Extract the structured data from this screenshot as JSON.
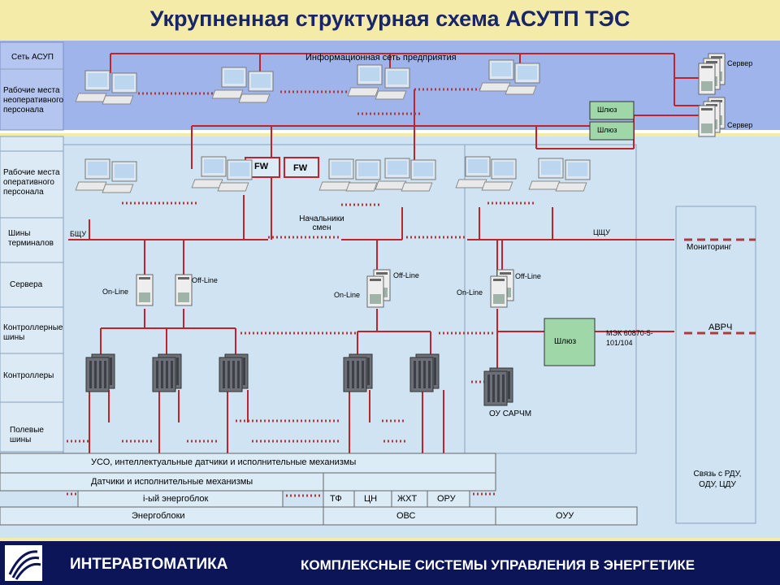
{
  "title": "Укрупненная структурная схема АСУТП ТЭС",
  "levels": {
    "asup_net": "Сеть АСУП",
    "nonop_ws": "Рабочие места неоперативного персонала",
    "op_ws": "Рабочие места оперативного персонала",
    "terminal_bus": "Шины терминалов",
    "servers": "Сервера",
    "controller_bus": "Контроллерные шины",
    "controllers": "Контроллеры",
    "field_bus": "Полевые шины"
  },
  "labels": {
    "enterprise_net": "Информационная сеть предприятия",
    "server1": "Сервер",
    "server2": "Сервер",
    "gateway1": "Шлюз",
    "gateway2": "Шлюз",
    "fw1": "FW",
    "fw2": "FW",
    "shift_chiefs": "Начальники смен",
    "bshu": "БЩУ",
    "tshu": "ЦЩУ",
    "monitoring": "Мониторинг",
    "avrch": "АВРЧ",
    "online1": "On-Line",
    "offline1": "Off-Line",
    "online2": "On-Line",
    "offline2": "Off-Line",
    "online3": "On-Line",
    "offline3": "Off-Line",
    "gateway3": "Шлюз",
    "iec": "МЭК 60870-5-101/104",
    "ou_sarchm": "ОУ САРЧМ",
    "comm": "Связь с РДУ, ОДУ, ЦДУ",
    "uso": "УСО, интеллектуальные датчики и исполнительные механизмы",
    "sensors": "Датчики и исполнительные механизмы",
    "unit": "i-ый энергоблок",
    "tf": "ТФ",
    "tsn": "ЦН",
    "zhkht": "ЖХТ",
    "oru": "ОРУ",
    "energoblocks": "Энергоблоки",
    "ovs": "ОВС",
    "ouu": "ОУУ"
  },
  "footer": {
    "company": "ИНТЕРАВТОМАТИКА",
    "tagline": "КОМПЛЕКСНЫЕ СИСТЕМЫ УПРАВЛЕНИЯ В ЭНЕРГЕТИКЕ"
  },
  "colors": {
    "line": "#c0242b",
    "top_band": "#9fb4ea",
    "main_band": "#cfe3f2",
    "footer": "#0c1557",
    "gateway_fill": "#9fd7a8"
  }
}
